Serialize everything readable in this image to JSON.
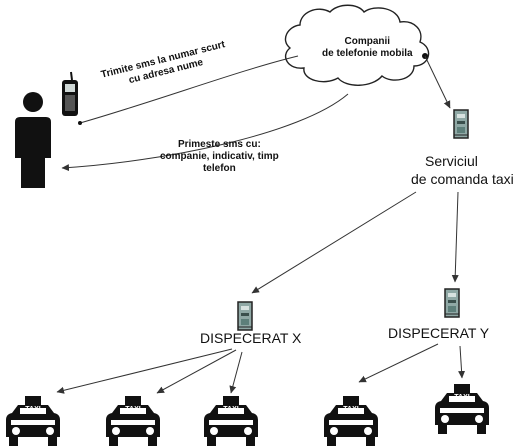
{
  "cloud_label": [
    "Companii",
    "de telefonie mobila"
  ],
  "sms_out_label": [
    "Trimite sms la numar scurt",
    "cu adresa nume"
  ],
  "sms_in_label": [
    "Primeste sms cu:",
    "companie, indicativ, timp",
    "telefon"
  ],
  "service_label": [
    "Serviciul",
    "de comanda taxi"
  ],
  "dispatcher_x_label": "DISPECERAT X",
  "dispatcher_y_label": "DISPECERAT Y",
  "taxi_sign": "TAXI",
  "icons": [
    "person-icon",
    "mobile-phone-icon",
    "cloud-icon",
    "server-icon",
    "taxi-car-icon"
  ],
  "colors": {
    "ink": "#111111",
    "line": "#333333",
    "device": "#5d7f7a"
  }
}
